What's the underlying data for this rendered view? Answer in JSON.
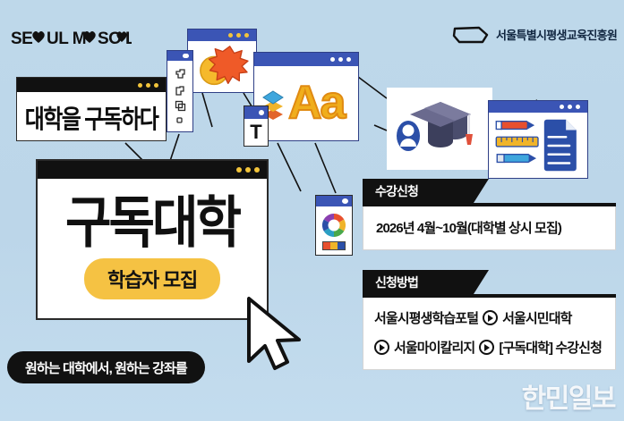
{
  "meta": {
    "background_color": "#bed8ea",
    "accent_blue": "#3b55b5",
    "accent_yellow": "#f5c243",
    "ink": "#111111"
  },
  "brand": {
    "wordmark": "SEOUL MY SOUL",
    "wordmark_parts": [
      "SE",
      "♥",
      "UL M",
      "♥",
      " SO",
      "♥",
      "UL"
    ]
  },
  "institute": {
    "name": "서울특별시평생교육진흥원",
    "logo_icon": "speech-bubble-icon"
  },
  "cards": {
    "subscribe": {
      "text": "대학을 구독하다",
      "window_dots": 3
    },
    "hero": {
      "title": "구독대학",
      "badge": "학습자 모집",
      "window_dots": 3
    }
  },
  "tagline": "원하는 대학에서, 원하는 강좌를",
  "windows": {
    "burst": {
      "name": "starburst-window",
      "icons": [
        "starburst-icon",
        "circle-icon"
      ]
    },
    "shapes_panel": {
      "name": "shapes-tool-panel",
      "icons": [
        "shape-icon",
        "shape-icon",
        "shape-icon",
        "shape-icon"
      ]
    },
    "aa": {
      "name": "typography-window",
      "text": "Aa",
      "icons": [
        "layers-icon"
      ]
    },
    "t": {
      "name": "text-tool-window",
      "text": "T"
    },
    "cap": {
      "name": "graduation-window",
      "icons": [
        "graduation-cap-icon",
        "user-avatar-icon"
      ]
    },
    "tools": {
      "name": "stationery-window",
      "icons": [
        "red-pencil-icon",
        "ruler-icon",
        "blue-pencil-icon",
        "document-icon"
      ]
    },
    "palette": {
      "name": "color-palette-window",
      "icons": [
        "color-wheel-icon",
        "swatches-icon"
      ]
    },
    "cursor": {
      "name": "mouse-cursor-icon"
    }
  },
  "info": {
    "apply": {
      "tab_label": "수강신청",
      "line": "2026년 4월~10월(대학별 상시 모집)"
    },
    "how": {
      "tab_label": "신청방법",
      "step_rows": [
        {
          "parts": [
            {
              "text": "서울시평생학습포털",
              "strong": false
            },
            {
              "text": "서울시민대학",
              "strong": false
            }
          ],
          "leading_play": false
        },
        {
          "parts": [
            {
              "text": "서울마이칼리지",
              "strong": false
            },
            {
              "text": "[구독대학] 수강신청",
              "strong": true
            }
          ],
          "leading_play": true
        }
      ],
      "row1_text_a": "서울시평생학습포털",
      "row1_text_b": "서울시민대학",
      "row2_text_a": "서울마이칼리지",
      "row2_text_b": "[구독대학] 수강신청"
    }
  },
  "watermark": "한민일보"
}
